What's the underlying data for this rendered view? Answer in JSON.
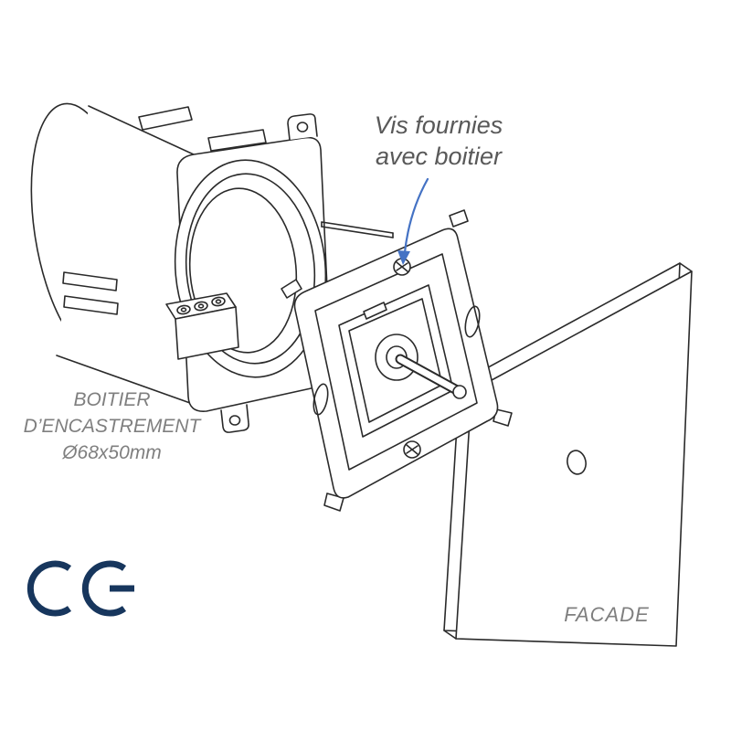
{
  "labels": {
    "screws_note_line1": "Vis fournies",
    "screws_note_line2": "avec boitier",
    "box_caption_line1": "BOITIER",
    "box_caption_line2": "D’ENCASTREMENT",
    "box_caption_line3": "Ø68x50mm",
    "faceplate_caption": "FACADE",
    "ce_mark": "CE"
  },
  "icons": {
    "ce_mark_icon": "CE-certification-mark",
    "pointer_arrow_icon": "curved-arrow-pointing-to-screw"
  },
  "colors": {
    "line": "#2a2a2a",
    "note_gray": "#595959",
    "label_gray": "#7f7f7f",
    "arrow_blue": "#4472c4",
    "ce_navy": "#17365d",
    "background": "#ffffff"
  }
}
